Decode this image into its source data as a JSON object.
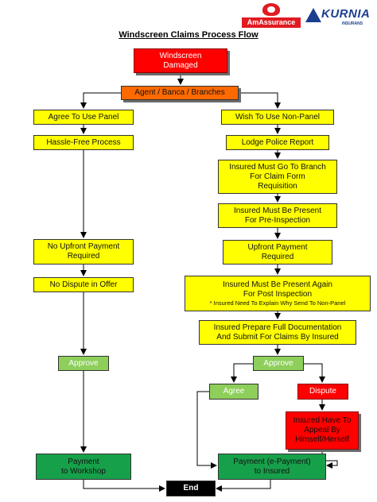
{
  "title": "Windscreen Claims Process Flow",
  "logos": {
    "amassurance": "AmAssurance",
    "kurnia": "KURNIA",
    "kurnia_sub": "INSURANS"
  },
  "nodes": {
    "damaged": "Windscreen\nDamaged",
    "agent": "Agent / Banca / Branches",
    "agree_panel": "Agree To Use Panel",
    "hassle_free": "Hassle-Free Process",
    "no_upfront": "No Upfront Payment\nRequired",
    "no_dispute": "No Dispute in Offer",
    "approve_left": "Approve",
    "payment_workshop": "Payment\nto Workshop",
    "end": "End",
    "non_panel": "Wish To Use Non-Panel",
    "police_report": "Lodge Police Report",
    "go_branch": "Insured Must Go To Branch\nFor Claim Form\nRequisition",
    "pre_inspection": "Insured Must Be Present\nFor Pre-Inspection",
    "upfront": "Upfront Payment\nRequired",
    "post_inspection": "Insured Must Be Present Again\nFor Post Inspection",
    "post_inspection_note": "* Insured Need To Explain Why Send To Non-Panel",
    "documentation": "Insured Prepare Full Documentation\nAnd Submit For Claims By Insured",
    "approve_right": "Approve",
    "agree": "Agree",
    "dispute": "Dispute",
    "appeal": "Insured Have To\nAppeal By\nHimself/Herself",
    "payment_insured": "Payment (e-Payment)\nto Insured"
  },
  "colors": {
    "yellow": "#ffff00",
    "red": "#ff0000",
    "orange": "#ff6a00",
    "light_green": "#8dcf5a",
    "green": "#17a04a",
    "black": "#000000"
  }
}
